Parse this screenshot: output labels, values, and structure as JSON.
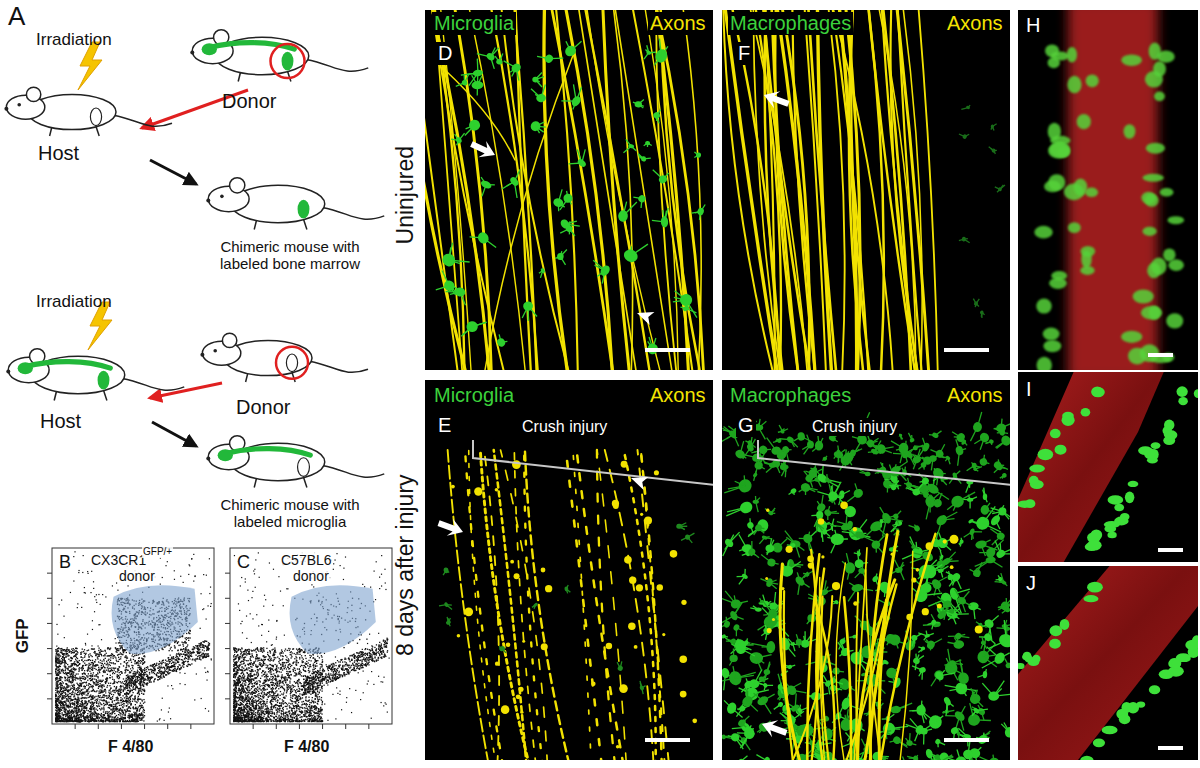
{
  "diagram": {
    "labels": [
      "A",
      "Irradiation",
      "Donor",
      "Host",
      "Chimeric mouse with labeled bone marrow",
      "Irradiation",
      "Host",
      "Donor",
      "Chimeric mouse with labeled microglia",
      "B",
      "CX3CR1",
      "GFP/+",
      "donor",
      "C",
      "C57BL6",
      "donor",
      "GFP",
      "F 4/80",
      "F 4/80",
      "Uninjured",
      "8 days after injury",
      "Microglia",
      "Axons",
      "D",
      "Macrophages",
      "Axons",
      "F",
      "H",
      "Microglia",
      "Axons",
      "E",
      "Crush injury",
      "Macrophages",
      "Axons",
      "G",
      "Crush injury",
      "I",
      "J"
    ]
  }
}
